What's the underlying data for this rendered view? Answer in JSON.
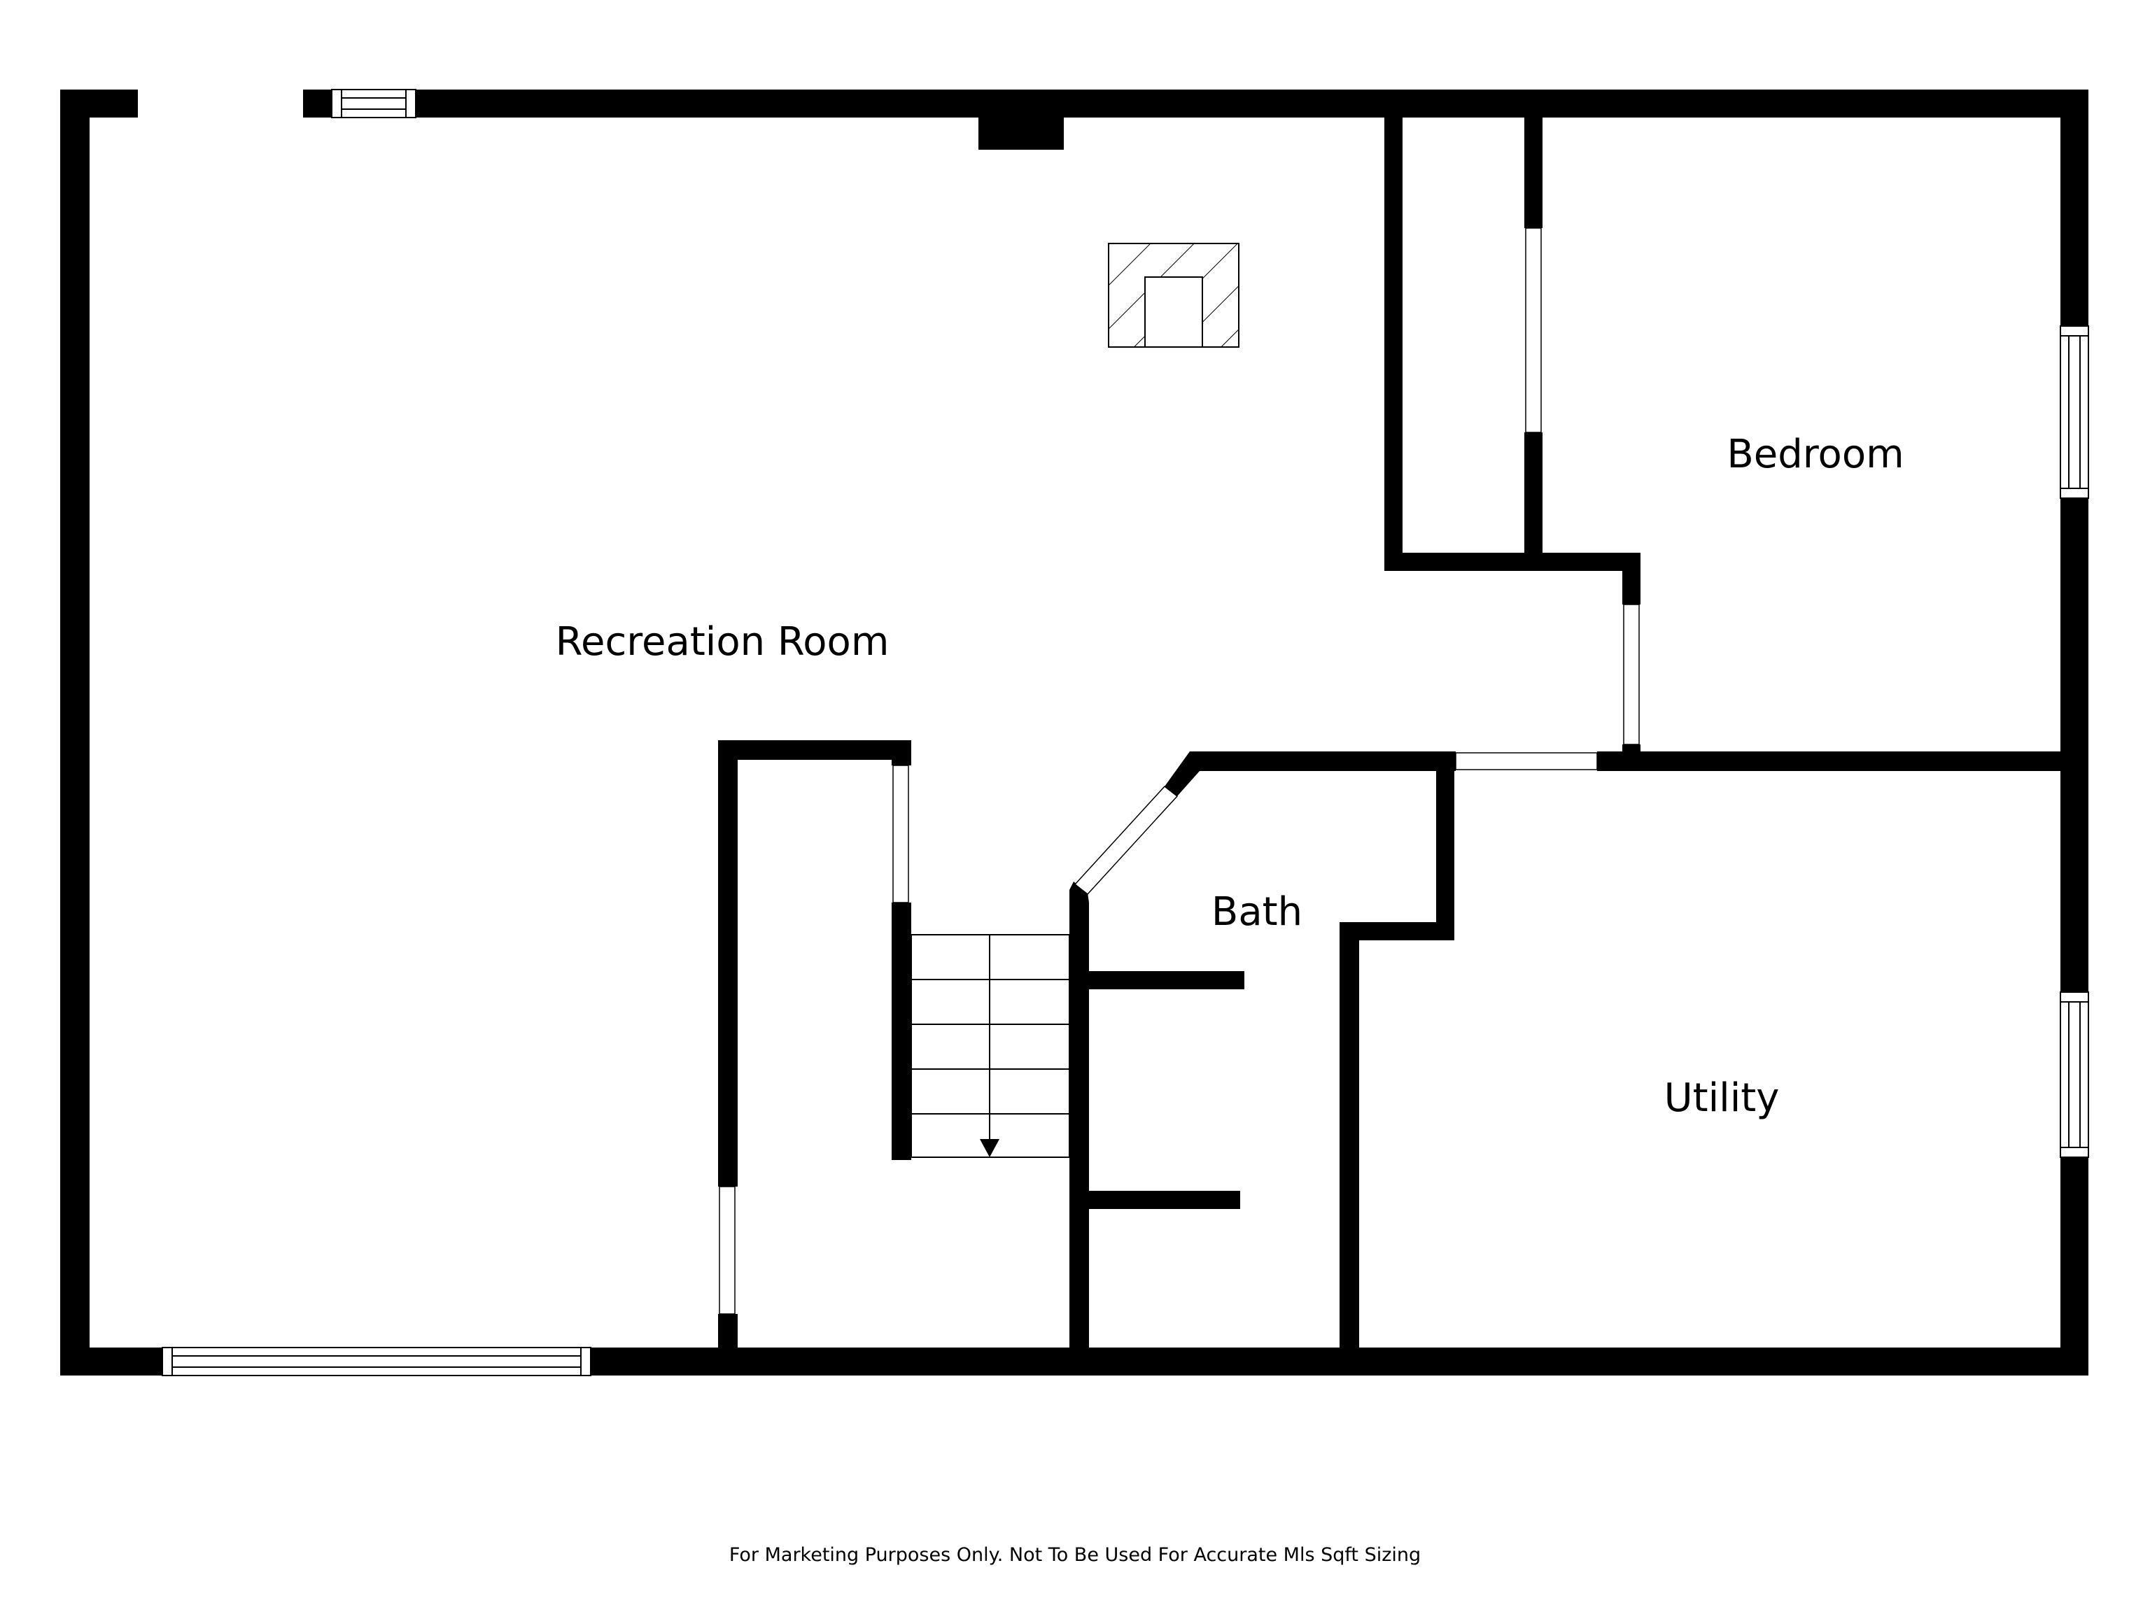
{
  "rooms": {
    "recreation_room": "Recreation Room",
    "bedroom": "Bedroom",
    "bath": "Bath",
    "utility": "Utility"
  },
  "footer": {
    "disclaimer": "For Marketing Purposes Only. Not To Be Used For Accurate Mls Sqft Sizing"
  },
  "colors": {
    "wall": "#000000",
    "background": "#ffffff"
  }
}
